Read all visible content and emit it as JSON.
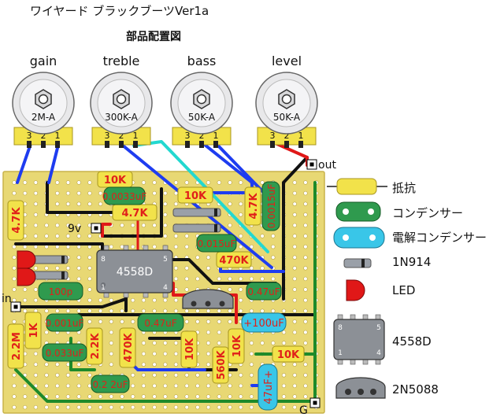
{
  "title": "ワイヤード ブラックブーツVer1a",
  "subtitle": "部品配置図",
  "colors": {
    "board": "#e8d874",
    "board_edge": "#c8b24a",
    "hole": "#ffffff",
    "resistor": "#f2e24a",
    "resistor_text": "#e0201a",
    "film_cap": "#2f9a4e",
    "electrolytic": "#39c6e8",
    "wire_black": "#111111",
    "wire_red": "#e01818",
    "wire_blue": "#1e3cf0",
    "wire_green": "#1e8a2a",
    "wire_cyan": "#22d8d0"
  },
  "pots": [
    {
      "id": "gain",
      "label": "gain",
      "value": "2M-A",
      "pins": [
        "3",
        "2",
        "1"
      ]
    },
    {
      "id": "treble",
      "label": "treble",
      "value": "300K-A",
      "pins": [
        "3",
        "2",
        "1"
      ]
    },
    {
      "id": "bass",
      "label": "bass",
      "value": "50K-A",
      "pins": [
        "3",
        "2",
        "1"
      ]
    },
    {
      "id": "level",
      "label": "level",
      "value": "50K-A",
      "pins": [
        "3",
        "2",
        "1"
      ]
    }
  ],
  "terminals": {
    "out": "out",
    "nine_v": "9v",
    "input": "in",
    "ground": "G"
  },
  "ic": {
    "label": "4558D",
    "pin_labels": [
      "8",
      "5",
      "1",
      "4"
    ]
  },
  "resistors": [
    {
      "id": "r-4k7-a",
      "value": "4.7K"
    },
    {
      "id": "r-10k-a",
      "value": "10K"
    },
    {
      "id": "r-10k-b",
      "value": "10K"
    },
    {
      "id": "r-4k7-b",
      "value": "4.7K"
    },
    {
      "id": "r-4k7-c",
      "value": "4.7K"
    },
    {
      "id": "r-470k-a",
      "value": "470K"
    },
    {
      "id": "r-2m2",
      "value": "2.2M"
    },
    {
      "id": "r-1k",
      "value": "1K"
    },
    {
      "id": "r-2k2",
      "value": "2.2K"
    },
    {
      "id": "r-470k-b",
      "value": "470K"
    },
    {
      "id": "r-10k-c",
      "value": "10K"
    },
    {
      "id": "r-560k",
      "value": "560K"
    },
    {
      "id": "r-10k-d",
      "value": "10K"
    },
    {
      "id": "r-10k-e",
      "value": "10K"
    }
  ],
  "film_caps": [
    {
      "id": "c-0033-a",
      "value": "0.0033uF"
    },
    {
      "id": "c-00015",
      "value": "0.0015uF"
    },
    {
      "id": "c-0015",
      "value": "0.015uF"
    },
    {
      "id": "c-100p",
      "value": "100p"
    },
    {
      "id": "c-047-a",
      "value": "0.47uF"
    },
    {
      "id": "c-0001",
      "value": "0.001uF"
    },
    {
      "id": "c-047-b",
      "value": "0.47uF"
    },
    {
      "id": "c-0033-b",
      "value": "0.033uF"
    },
    {
      "id": "c-022",
      "value": "0.2 2uF"
    }
  ],
  "electrolytics": [
    {
      "id": "e-100",
      "value": "+100uF"
    },
    {
      "id": "e-47",
      "value": "47uF+"
    }
  ],
  "legend": [
    {
      "id": "legend-resistor",
      "label": "抵抗"
    },
    {
      "id": "legend-capacitor",
      "label": "コンデンサー"
    },
    {
      "id": "legend-electrolytic",
      "label": "電解コンデンサー"
    },
    {
      "id": "legend-diode",
      "label": "1N914"
    },
    {
      "id": "legend-led",
      "label": "LED"
    },
    {
      "id": "legend-ic",
      "label": "4558D"
    },
    {
      "id": "legend-transistor",
      "label": "2N5088"
    }
  ]
}
